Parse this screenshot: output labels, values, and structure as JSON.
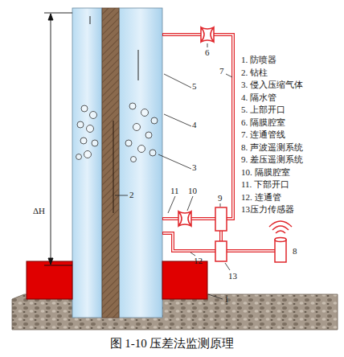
{
  "diagram": {
    "caption": "图 1-10 压差法监测原理",
    "labels": [
      "ΔH",
      "1. 防喷器",
      "2. 钻柱",
      "3. 侵入压缩气体",
      "4. 隔水管",
      "5. 上部开口",
      "6. 隔膜腔室",
      "7. 连通管线",
      "8. 声波遥测系统",
      "9. 差压遥测系统",
      "10. 隔膜腔室",
      "11. 下部开口",
      "12. 连通管",
      "13压力传感器",
      "6",
      "7",
      "5",
      "4",
      "3",
      "2",
      "11",
      "10",
      "9",
      "12",
      "13",
      "8",
      "1"
    ]
  }
}
